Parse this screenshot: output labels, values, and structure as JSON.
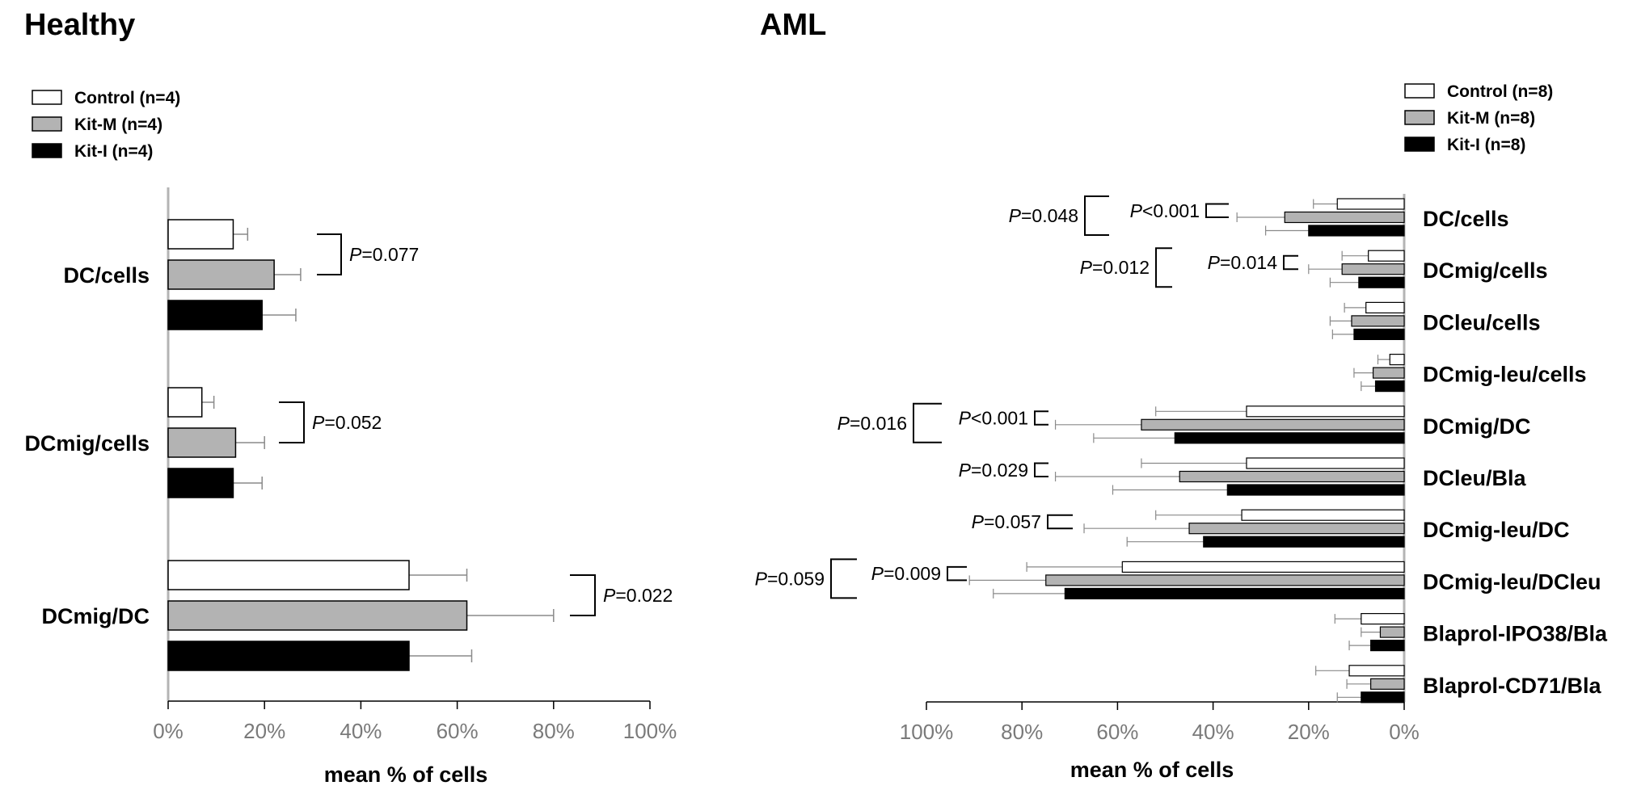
{
  "colors": {
    "Control": "#ffffff",
    "Kit-M": "#b3b3b3",
    "Kit-I": "#000000",
    "axis": "#b4b4b4",
    "errorbar": "#8a8a8a"
  },
  "chart_data": [
    {
      "type": "bar",
      "orientation": "horizontal",
      "title": "Healthy",
      "xlabel": "mean %  of cells",
      "xlim": [
        0,
        100
      ],
      "xticks": [
        "0%",
        "20%",
        "40%",
        "60%",
        "80%",
        "100%"
      ],
      "categories": [
        "DC/cells",
        "DCmig/cells",
        "DCmig/DC"
      ],
      "legend": [
        "Control (n=4)",
        "Kit-M (n=4)",
        "Kit-I (n=4)"
      ],
      "legend_position": "top-left",
      "series": [
        {
          "name": "Control (n=4)",
          "values": [
            13.5,
            7,
            50
          ],
          "errors": [
            3,
            2.5,
            12
          ]
        },
        {
          "name": "Kit-M (n=4)",
          "values": [
            22,
            14,
            62
          ],
          "errors": [
            5.5,
            6,
            18
          ]
        },
        {
          "name": "Kit-I (n=4)",
          "values": [
            19.5,
            13.5,
            50
          ],
          "errors": [
            7,
            6,
            13
          ]
        }
      ],
      "annotations": [
        {
          "category": 0,
          "prefix": "P",
          "text": "=0.077"
        },
        {
          "category": 1,
          "prefix": "P",
          "text": "=0.052"
        },
        {
          "category": 2,
          "prefix": "P",
          "text": "=0.022"
        }
      ]
    },
    {
      "type": "bar",
      "orientation": "horizontal",
      "direction": "reversed",
      "title": "AML",
      "xlabel": "mean %  of cells",
      "xlim": [
        0,
        100
      ],
      "xticks": [
        "100%",
        "80%",
        "60%",
        "40%",
        "20%",
        "0%"
      ],
      "categories": [
        "DC/cells",
        "DCmig/cells",
        "DCleu/cells",
        "DCmig-leu/cells",
        "DCmig/DC",
        "DCleu/Bla",
        "DCmig-leu/DC",
        "DCmig-leu/DCleu",
        "Blaprol-IPO38/Bla",
        "Blaprol-CD71/Bla"
      ],
      "legend": [
        "Control (n=8)",
        "Kit-M (n=8)",
        "Kit-I (n=8)"
      ],
      "legend_position": "top-right",
      "series": [
        {
          "name": "Control (n=8)",
          "values": [
            14,
            7.5,
            8,
            3,
            33,
            33,
            34,
            59,
            9,
            11.5
          ],
          "errors": [
            5,
            5.5,
            4.5,
            2.5,
            19,
            22,
            18,
            20,
            5.5,
            7
          ]
        },
        {
          "name": "Kit-M (n=8)",
          "values": [
            25,
            13,
            11,
            6.5,
            55,
            47,
            45,
            75,
            5,
            7
          ],
          "errors": [
            10,
            7,
            4.5,
            4,
            18,
            26,
            22,
            16,
            4,
            5
          ]
        },
        {
          "name": "Kit-I (n=8)",
          "values": [
            20,
            9.5,
            10.5,
            6,
            48,
            37,
            42,
            71,
            7,
            9
          ],
          "errors": [
            9,
            6,
            4.5,
            3,
            17,
            24,
            16,
            15,
            4.5,
            5
          ]
        }
      ],
      "annotations": [
        {
          "type": "near",
          "category": 0,
          "prefix": "P",
          "text": "<0.001"
        },
        {
          "type": "far",
          "category": 0,
          "prefix": "P",
          "text": "=0.048"
        },
        {
          "type": "near",
          "category": 1,
          "prefix": "P",
          "text": "=0.014"
        },
        {
          "type": "far",
          "category": 1,
          "prefix": "P",
          "text": "=0.012"
        },
        {
          "type": "near",
          "category": 4,
          "prefix": "P",
          "text": "<0.001"
        },
        {
          "type": "far",
          "category": 4,
          "prefix": "P",
          "text": "=0.016"
        },
        {
          "type": "near",
          "category": 5,
          "prefix": "P",
          "text": "=0.029"
        },
        {
          "type": "near",
          "category": 6,
          "prefix": "P",
          "text": "=0.057"
        },
        {
          "type": "near",
          "category": 7,
          "prefix": "P",
          "text": "=0.009"
        },
        {
          "type": "far",
          "category": 7,
          "prefix": "P",
          "text": "=0.059"
        }
      ]
    }
  ]
}
